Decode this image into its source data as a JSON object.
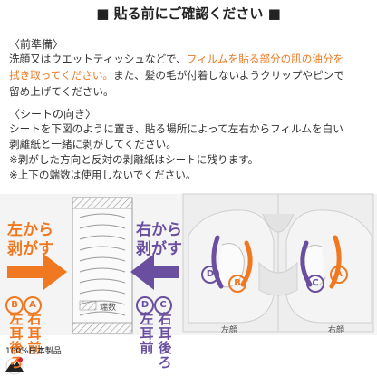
{
  "title": {
    "mark_left": "■",
    "text": "貼る前にご確認ください",
    "mark_right": "■"
  },
  "prep": {
    "heading": "〈前準備〉",
    "line1_plain": "洗顔又はウエットティッシュなどで、",
    "line1_orange": "フィルムを貼る部分の肌の油分を",
    "line2_orange": "拭き取ってください。",
    "line2_plain": "また、髪の毛が付着しないようクリップやピンで",
    "line3": "留め上げてください。"
  },
  "orient": {
    "heading": "〈シートの向き〉",
    "line1": "シートを下図のように置き、貼る場所によって左右からフィルムを白い",
    "line2": "剥離紙と一緒に剥がしてください。",
    "note1": "※剥がした方向と反対の剥離紙はシートに残ります。",
    "note2": "※上下の端数は使用しないでください。"
  },
  "diagram": {
    "left_peel": {
      "line1": "左から",
      "line2": "剥がす"
    },
    "right_peel": {
      "line1": "右から",
      "line2": "剥がす"
    },
    "circle_b": "B",
    "circle_a": "A",
    "circle_d": "D",
    "circle_c": "C",
    "left_ear_front": "右耳前",
    "left_ear_back": "左耳後ろ",
    "right_ear_back": "右耳後ろ",
    "right_ear_front": "左耳前",
    "hatch_legend": "端数",
    "face_left_label": "左顔",
    "face_right_label": "右顔"
  },
  "brand": {
    "text": "100%日本製品"
  },
  "colors": {
    "orange": "#f07820",
    "purple": "#6a4ea0"
  }
}
